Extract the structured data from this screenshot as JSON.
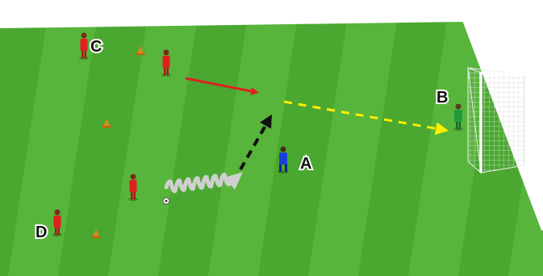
{
  "drill": {
    "labels": {
      "a": "A",
      "b": "B",
      "c": "C",
      "d": "D"
    }
  },
  "colors": {
    "pitch_light": "#57b53b",
    "pitch_dark": "#4aa831",
    "line": "#ffffff",
    "attacker": "#e02020",
    "defender": "#1a3fd6",
    "goalkeeper": "#1e9a3a",
    "cone": "#e8841c",
    "pass_arrow": "#ffee00",
    "run_arrow": "#111111",
    "movement_arrow": "#e02020",
    "dribble_arrow": "#cfcfcf"
  },
  "icons": {
    "player": "player-figure-icon",
    "cone": "cone-icon",
    "ball": "soccer-ball-icon",
    "goal": "goal-net-icon"
  }
}
